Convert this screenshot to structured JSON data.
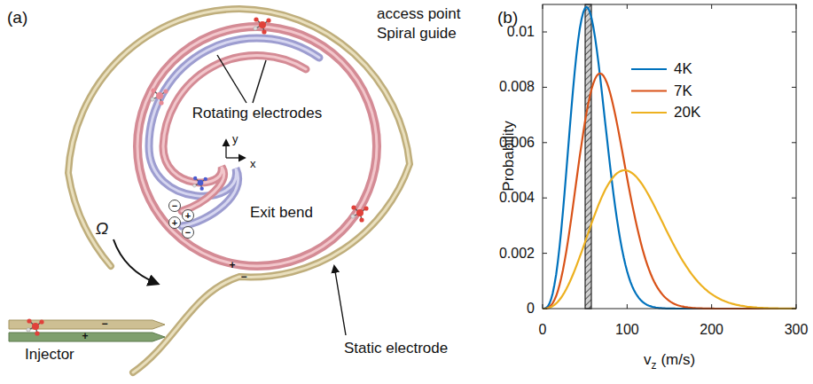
{
  "diagram": {
    "labels": [
      "(a)",
      "access point",
      "Spiral guide",
      "Rotating electrodes",
      "y",
      "x",
      "Exit bend",
      "Ω",
      "Injector",
      "Static electrode",
      "−",
      "+",
      "+",
      "−",
      "+",
      "−",
      "−",
      "+",
      "(b)",
      "Probability",
      "v",
      "z",
      "(m/s)",
      "0.01",
      "0.008",
      "0.006",
      "0.004",
      "0.002",
      "0",
      "0",
      "100",
      "200",
      "300"
    ],
    "legend": [
      {
        "text": "4K"
      },
      {
        "text": "7K"
      },
      {
        "text": "20K"
      }
    ]
  }
}
